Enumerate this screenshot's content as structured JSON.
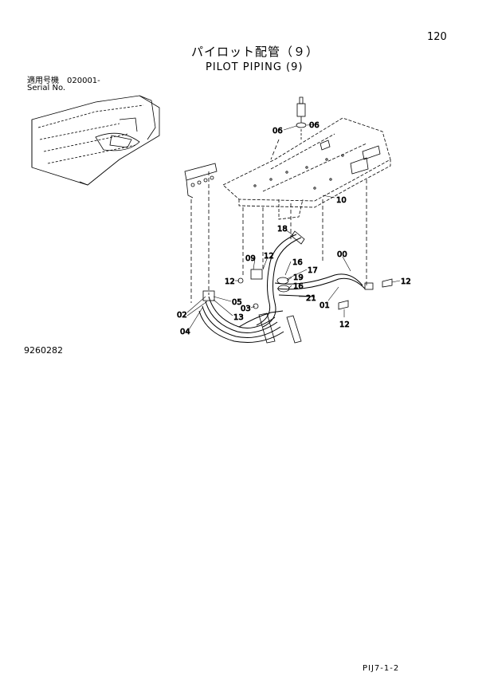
{
  "header": {
    "page_number": "120",
    "title_jp": "パイロット配管（９）",
    "title_en": "PILOT PIPING (9)",
    "serial_label_jp": "適用号機　020001-",
    "serial_label_en": "Serial No."
  },
  "figure": {
    "number": "9260282"
  },
  "callouts": {
    "c06a": "06",
    "c06b": "06",
    "c10": "10",
    "c18": "18",
    "c09": "09",
    "c12a": "12",
    "c16a": "16",
    "c17": "17",
    "c00": "00",
    "c12b": "12",
    "c19": "19",
    "c16b": "16",
    "c12c": "12",
    "c05": "05",
    "c03": "03",
    "c21": "21",
    "c01": "01",
    "c02": "02",
    "c13": "13",
    "c04": "04",
    "c12d": "12"
  },
  "footer": {
    "code": "PIJ7-1-2"
  }
}
